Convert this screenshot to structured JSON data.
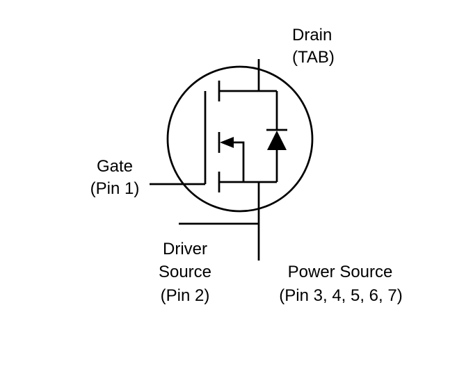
{
  "schematic": {
    "colors": {
      "line": "#000000",
      "background": "#ffffff"
    },
    "labels": {
      "drain": {
        "line1": "Drain",
        "line2": "(TAB)"
      },
      "gate": {
        "line1": "Gate",
        "line2": "(Pin 1)"
      },
      "driver_source": {
        "line1": "Driver",
        "line2": "Source",
        "line3": "(Pin 2)"
      },
      "power_source": {
        "line1": "Power Source",
        "line2": "(Pin 3, 4, 5, 6, 7)"
      }
    }
  }
}
